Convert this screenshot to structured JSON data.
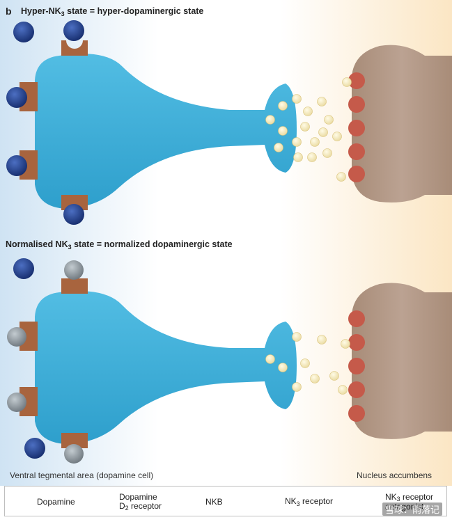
{
  "panel_letter": "b",
  "top_state": {
    "title_pre": "Hyper-NK",
    "title_sub": "3",
    "title_post": " state = hyper-dopaminergic state"
  },
  "bottom_state": {
    "title_pre": "Normalised NK",
    "title_sub": "3",
    "title_post": " state = normalized dopaminergic state"
  },
  "left_region_label": "Ventral tegmental area (dopamine cell)",
  "right_region_label": "Nucleus accumbens",
  "legend": {
    "dopamine": "Dopamine",
    "d2_line1": "Dopamine",
    "d2_line2_pre": "D",
    "d2_line2_sub": "2",
    "d2_line2_post": " receptor",
    "nkb": "NKB",
    "nk3_pre": "NK",
    "nk3_sub": "3",
    "nk3_post": " receptor",
    "antag_line1_pre": "NK",
    "antag_line1_sub": "3",
    "antag_line1_post": " receptor",
    "antag_line2": "antagonist"
  },
  "watermark": "雪球：雨落记",
  "colors": {
    "neuron": "#3fb1d9",
    "neuron_dark": "#2a93bf",
    "target_cell": "#b59a86",
    "dopamine": "#f4e7b4",
    "d2_receptor": "#c55a4a",
    "nkb": "#1f3d8c",
    "nk3_receptor": "#a8643e",
    "antagonist": "#8d979e"
  }
}
